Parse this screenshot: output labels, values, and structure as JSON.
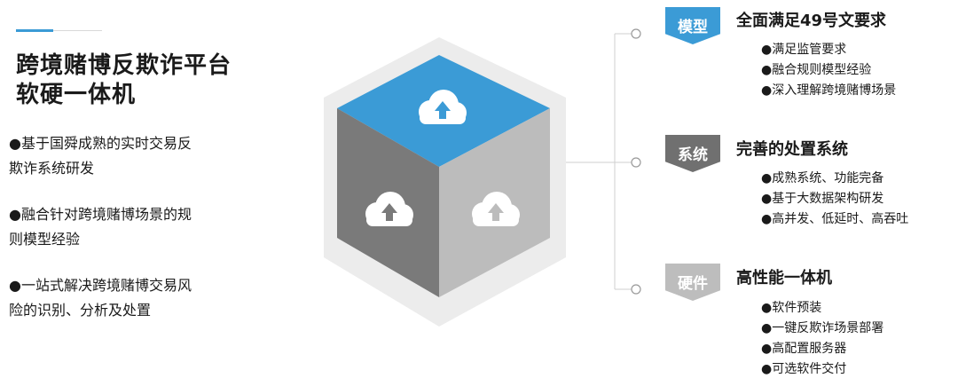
{
  "header": {
    "title_line1": "跨境赌博反欺诈平台",
    "title_line2": "软硬一体机"
  },
  "left_bullets": [
    {
      "line1": "●基于国舜成熟的实时交易反",
      "line2": "欺诈系统研发"
    },
    {
      "line1": "●融合针对跨境赌博场景的规",
      "line2": "则模型经验"
    },
    {
      "line1": "●一站式解决跨境赌博交易风",
      "line2": "险的识别、分析及处置"
    }
  ],
  "sections": [
    {
      "tag": "模型",
      "tag_color": "#3b9bd6",
      "title": "全面满足49号文要求",
      "items": [
        "●满足监管要求",
        "●融合规则模型经验",
        "●深入理解跨境赌博场景"
      ]
    },
    {
      "tag": "系统",
      "tag_color": "#707070",
      "title": "完善的处置系统",
      "items": [
        "●成熟系统、功能完备",
        "●基于大数据架构研发",
        "●高并发、低延时、高吞吐"
      ]
    },
    {
      "tag": "硬件",
      "tag_color": "#bdbdbd",
      "title": "高性能一体机",
      "items": [
        "●软件预装",
        "●一键反欺诈场景部署",
        "●高配置服务器",
        "●可选软件交付"
      ]
    }
  ],
  "colors": {
    "cube_top": "#3b9bd6",
    "cube_left": "#7a7a7a",
    "cube_right": "#bcbcbc",
    "halo": "#ececec",
    "connector": "#cfcfcf"
  },
  "icons": {
    "cube_top": "cloud-upload-icon",
    "cube_left": "cloud-upload-icon",
    "cube_right": "cloud-upload-icon"
  }
}
